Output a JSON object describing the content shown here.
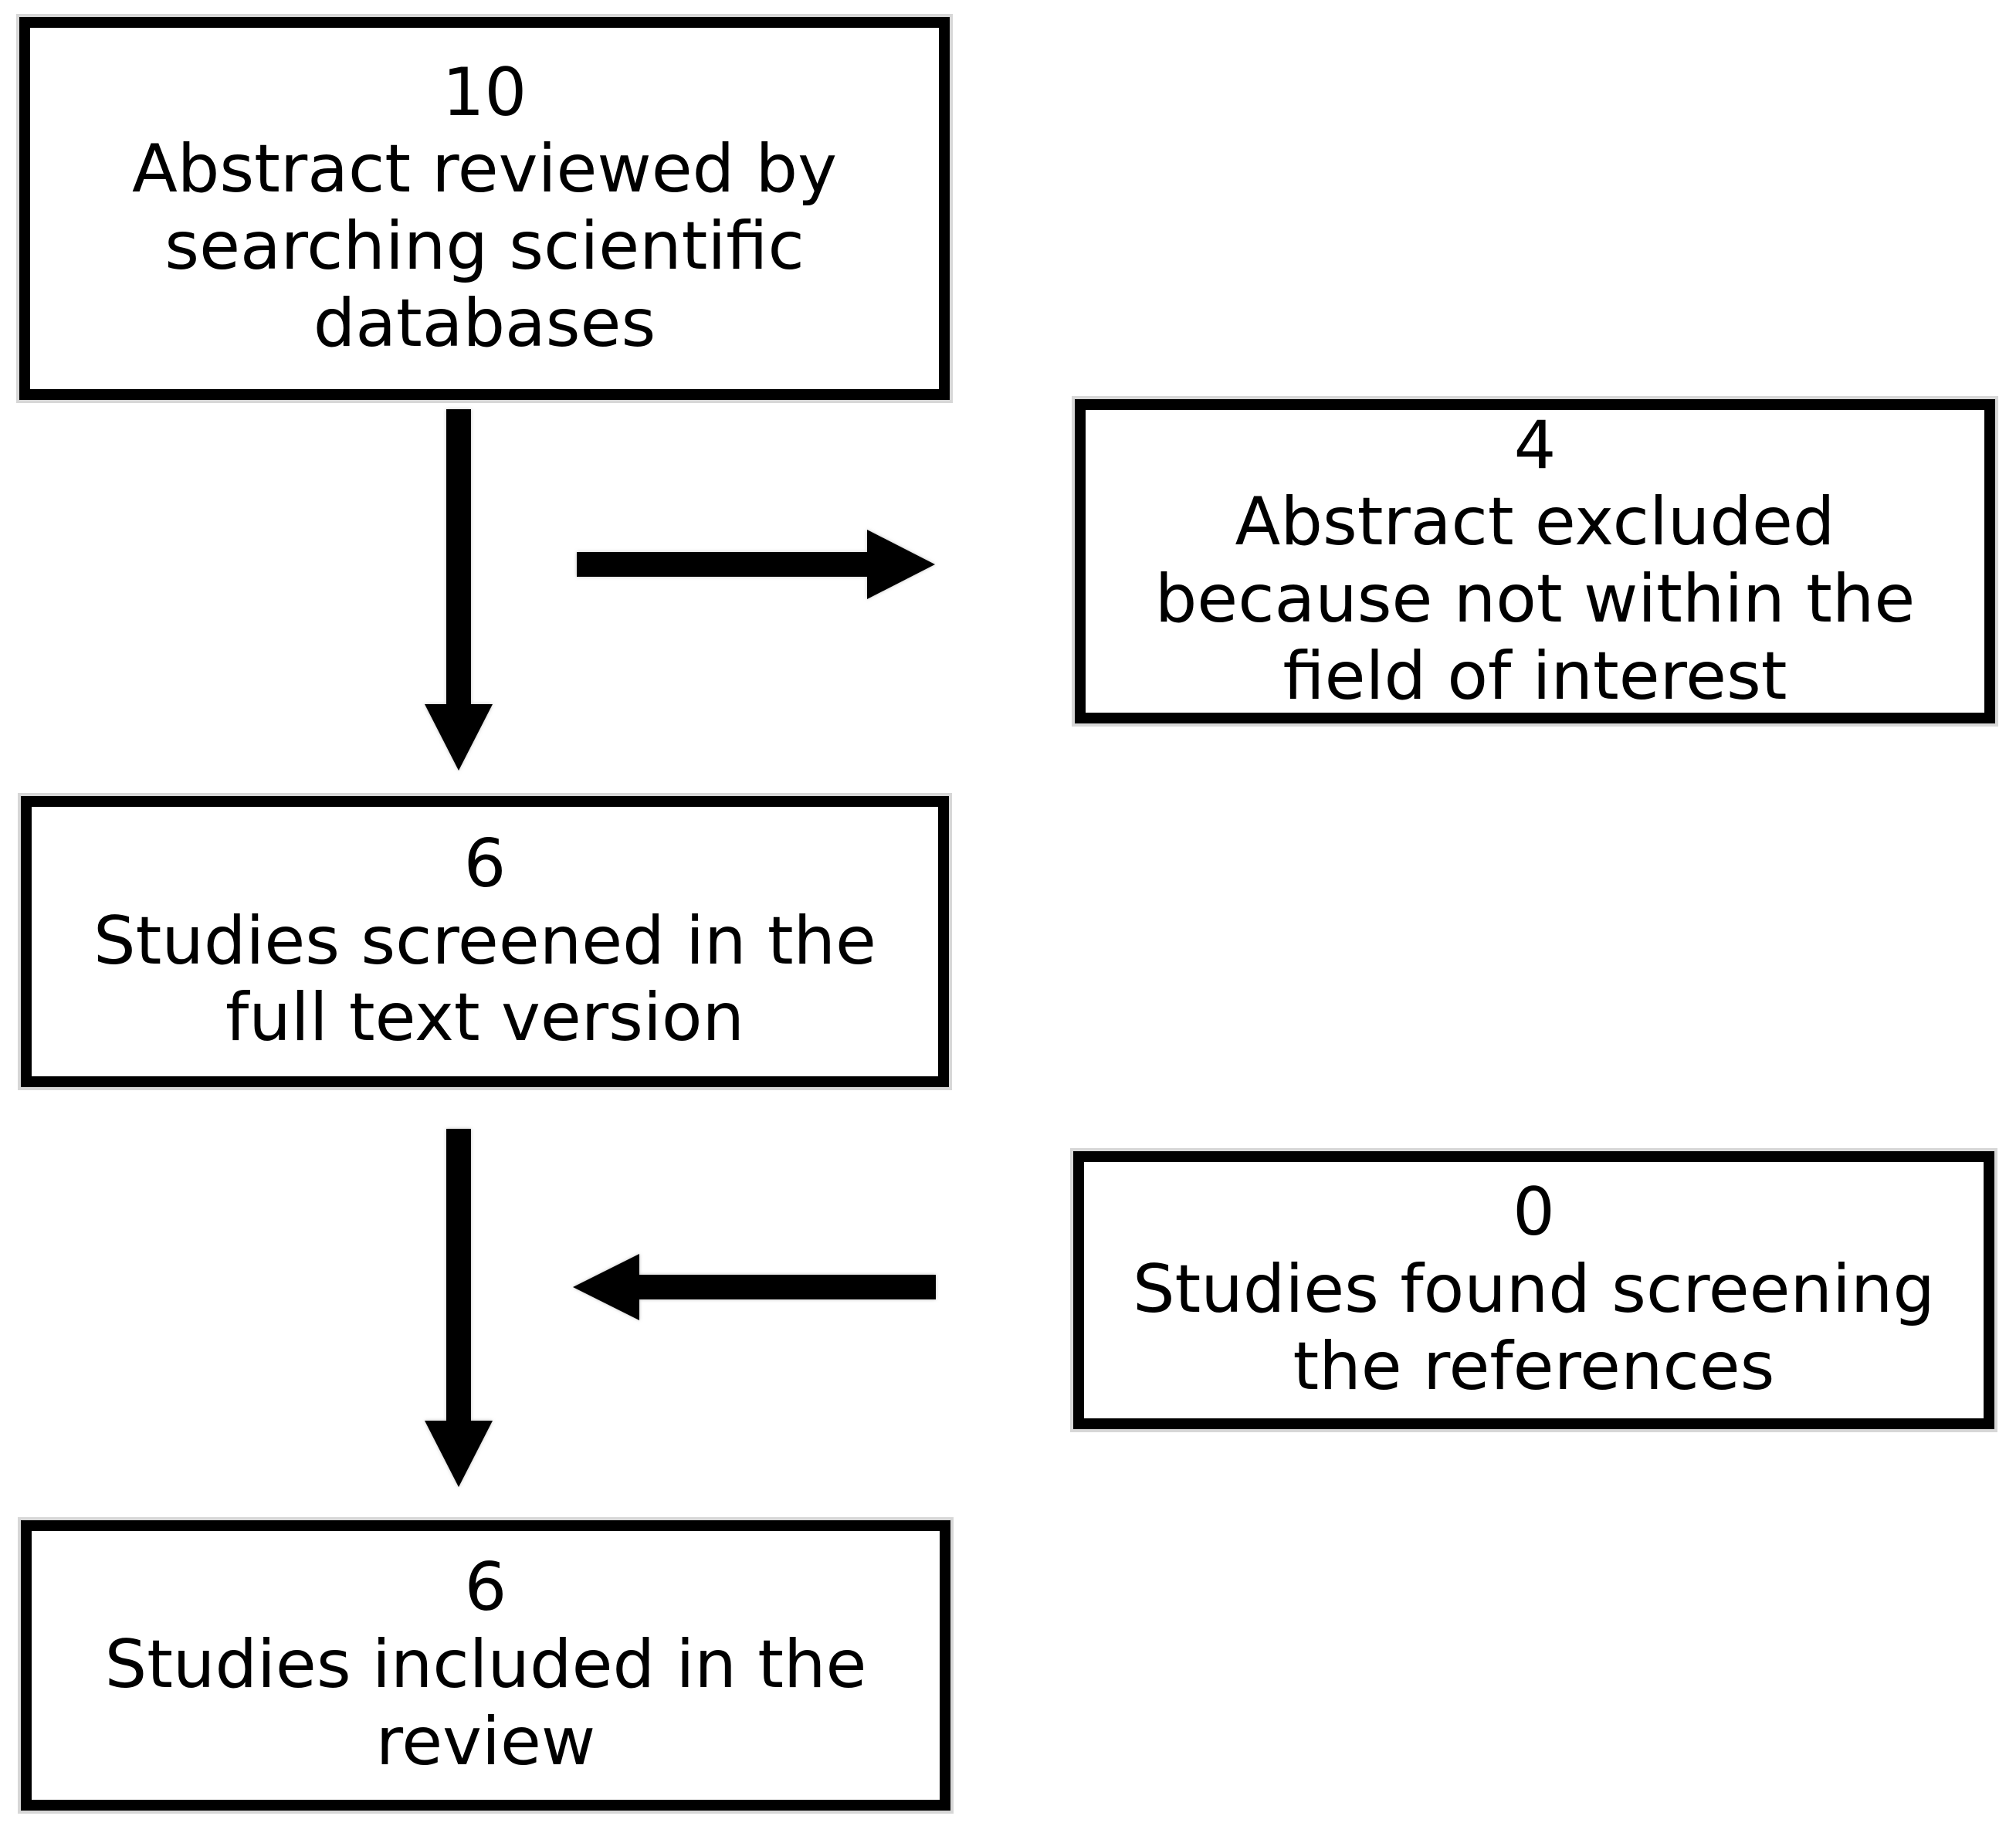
{
  "colors": {
    "ink": "#000000",
    "background": "#ffffff"
  },
  "boxes": {
    "reviewed": {
      "count": "10",
      "lines": [
        "Abstract reviewed by",
        "searching scientific",
        "databases"
      ]
    },
    "excluded": {
      "count": "4",
      "lines": [
        "Abstract excluded",
        "because not within the",
        "field of interest"
      ]
    },
    "screened": {
      "count": "6",
      "lines": [
        "Studies screened in the",
        "full text version"
      ]
    },
    "references": {
      "count": "0",
      "lines": [
        "Studies found screening",
        "the references"
      ]
    },
    "included": {
      "count": "6",
      "lines": [
        "Studies included in the",
        "review"
      ]
    }
  },
  "arrows": [
    {
      "name": "down-arrow-1",
      "direction": "down",
      "from": "reviewed",
      "to": "screened"
    },
    {
      "name": "right-arrow",
      "direction": "right",
      "from": "reviewed",
      "to": "excluded"
    },
    {
      "name": "down-arrow-2",
      "direction": "down",
      "from": "screened",
      "to": "included"
    },
    {
      "name": "left-arrow",
      "direction": "left",
      "from": "references",
      "to": "screened"
    }
  ]
}
